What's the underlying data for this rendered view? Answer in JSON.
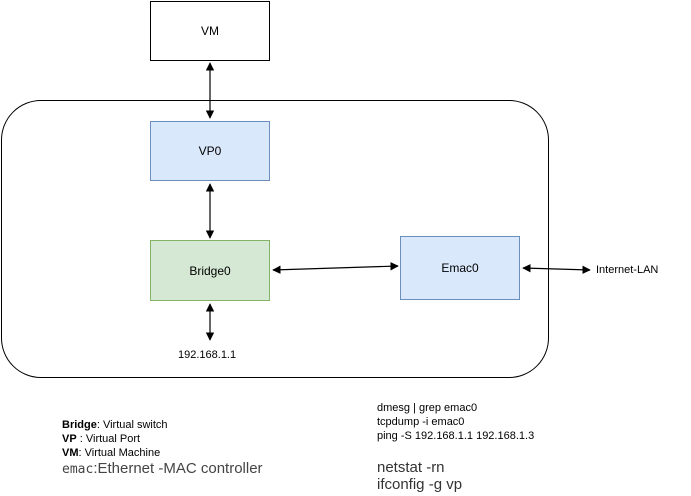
{
  "colors": {
    "vm_fill": "#ffffff",
    "vm_border": "#000000",
    "vp_fill": "#dae8fc",
    "vp_border": "#6c8ebf",
    "bridge_fill": "#d5e8d4",
    "bridge_border": "#82b366",
    "emac_fill": "#dae8fc",
    "emac_border": "#6c8ebf"
  },
  "nodes": {
    "vm": "VM",
    "vp0": "VP0",
    "bridge0": "Bridge0",
    "emac0": "Emac0"
  },
  "labels": {
    "ip": "192.168.1.1",
    "internet": "Internet-LAN"
  },
  "legend": {
    "bridge_term": "Bridge",
    "bridge_desc": ": Virtual switch",
    "vp_term": "VP",
    "vp_desc": " : Virtual Port",
    "vm_term": "VM",
    "vm_desc": ":  Virtual Machine",
    "emac_term": "emac",
    "emac_desc": ":Ethernet -MAC controller"
  },
  "commands": {
    "line1": "dmesg | grep emac0",
    "line2": "tcpdump -i emac0",
    "line3": "ping -S 192.168.1.1 192.168.1.3",
    "line4": "netstat -rn",
    "line5": "ifconfig -g vp"
  }
}
